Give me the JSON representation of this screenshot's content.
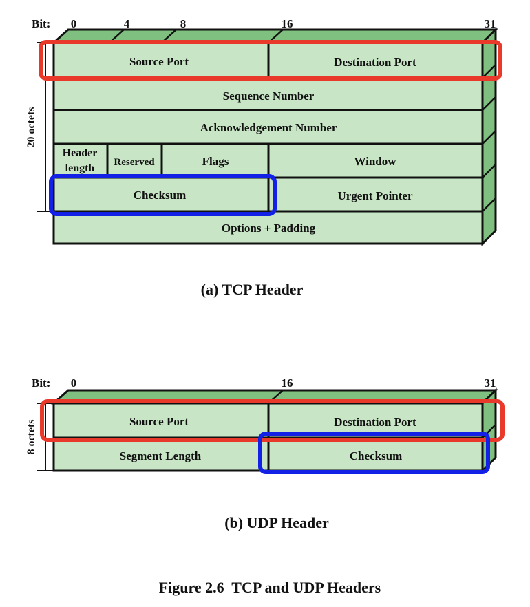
{
  "tcp": {
    "bit_label": "Bit:",
    "bits": [
      "0",
      "4",
      "8",
      "16",
      "31"
    ],
    "octets_label": "20 octets",
    "fields": {
      "source_port": "Source Port",
      "destination_port": "Destination Port",
      "sequence_number": "Sequence Number",
      "acknowledgement_number": "Acknowledgement Number",
      "header_length_line1": "Header",
      "header_length_line2": "length",
      "reserved": "Reserved",
      "flags": "Flags",
      "window": "Window",
      "checksum": "Checksum",
      "urgent_pointer": "Urgent Pointer",
      "options_padding": "Options + Padding"
    },
    "caption": "(a) TCP Header"
  },
  "udp": {
    "bit_label": "Bit:",
    "bits": [
      "0",
      "16",
      "31"
    ],
    "octets_label": "8 octets",
    "fields": {
      "source_port": "Source Port",
      "destination_port": "Destination Port",
      "segment_length": "Segment Length",
      "checksum": "Checksum"
    },
    "caption": "(b) UDP Header"
  },
  "figure_caption": "Figure 2.6  TCP and UDP Headers",
  "colors": {
    "cell_fill": "#c8e6c5",
    "edge_fill": "#7fbf80",
    "highlight_red": "#e8392b",
    "highlight_blue": "#1320e6"
  }
}
